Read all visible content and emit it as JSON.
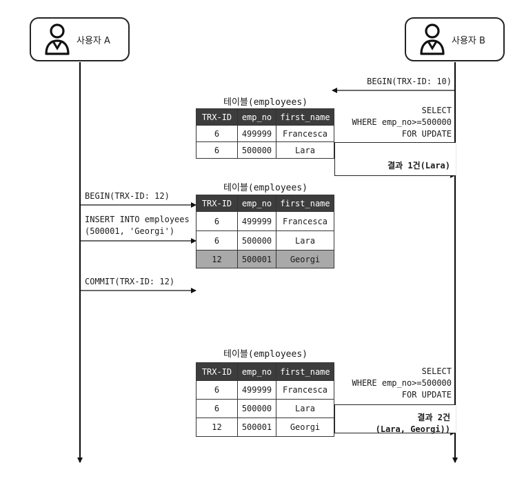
{
  "actors": {
    "a": {
      "name": "사용자 A",
      "icon": "user-icon"
    },
    "b": {
      "name": "사용자 B",
      "icon": "user-icon"
    }
  },
  "user_b": {
    "begin": "BEGIN(TRX-ID: 10)",
    "select_1": "SELECT\nWHERE emp_no>=500000\nFOR UPDATE",
    "result_1": "결과 1건(Lara)",
    "select_2": "SELECT\nWHERE emp_no>=500000\nFOR UPDATE",
    "result_2": "결과 2건\n(Lara, Georgi))"
  },
  "user_a": {
    "begin": "BEGIN(TRX-ID: 12)",
    "insert": "INSERT INTO employees\n(500001, 'Georgi')",
    "commit": "COMMIT(TRX-ID: 12)"
  },
  "tables": [
    {
      "caption": "테이블(employees)",
      "columns": [
        "TRX-ID",
        "emp_no",
        "first_name"
      ],
      "rows": [
        [
          "6",
          "499999",
          "Francesca"
        ],
        [
          "6",
          "500000",
          "Lara"
        ]
      ],
      "highlight_row": -1
    },
    {
      "caption": "테이블(employees)",
      "columns": [
        "TRX-ID",
        "emp_no",
        "first_name"
      ],
      "rows": [
        [
          "6",
          "499999",
          "Francesca"
        ],
        [
          "6",
          "500000",
          "Lara"
        ],
        [
          "12",
          "500001",
          "Georgi"
        ]
      ],
      "highlight_row": 2
    },
    {
      "caption": "테이블(employees)",
      "columns": [
        "TRX-ID",
        "emp_no",
        "first_name"
      ],
      "rows": [
        [
          "6",
          "499999",
          "Francesca"
        ],
        [
          "6",
          "500000",
          "Lara"
        ],
        [
          "12",
          "500001",
          "Georgi"
        ]
      ],
      "highlight_row": -1
    }
  ]
}
